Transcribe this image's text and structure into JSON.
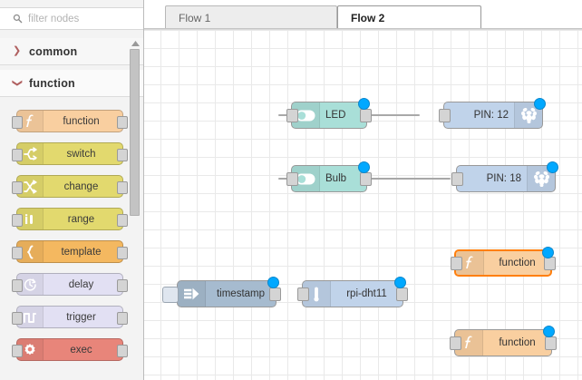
{
  "palette": {
    "search": {
      "placeholder": "filter nodes",
      "value": "",
      "icon": "search-icon"
    },
    "categories": [
      {
        "name": "common",
        "label": "common",
        "expanded": false,
        "chevron": "chevron-right-icon"
      },
      {
        "name": "function",
        "label": "function",
        "expanded": true,
        "chevron": "chevron-down-icon"
      }
    ],
    "nodes": [
      {
        "label": "function",
        "icon": "function-f-icon",
        "color": "#f9cfa0",
        "icon_bg": "#f3bd89"
      },
      {
        "label": "switch",
        "icon": "switch-icon",
        "color": "#e2d96e",
        "icon_bg": "#d6cc52"
      },
      {
        "label": "change",
        "icon": "change-icon",
        "color": "#e2d96e",
        "icon_bg": "#d6cc52"
      },
      {
        "label": "range",
        "icon": "range-icon",
        "color": "#e2d96e",
        "icon_bg": "#d6cc52"
      },
      {
        "label": "template",
        "icon": "template-brace-icon",
        "color": "#f4b860",
        "icon_bg": "#eca84a"
      },
      {
        "label": "delay",
        "icon": "clock-icon",
        "color": "#e2e0f3",
        "icon_bg": "#d5d2ec"
      },
      {
        "label": "trigger",
        "icon": "pulse-icon",
        "color": "#e2e0f3",
        "icon_bg": "#d5d2ec"
      },
      {
        "label": "exec",
        "icon": "gear-icon",
        "color": "#e8857a",
        "icon_bg": "#e06d60"
      }
    ],
    "scrollbar": {
      "name": "palette-scrollbar"
    }
  },
  "workspace": {
    "tabs": [
      {
        "label": "Flow 1",
        "active": false
      },
      {
        "label": "Flow 2",
        "active": true
      }
    ],
    "nodes": [
      {
        "id": "led",
        "label": "LED",
        "icon": "toggle-switch-icon",
        "color": "#a9dfd8",
        "selected": false,
        "has_status_dot": true,
        "ports": [
          "in",
          "out"
        ]
      },
      {
        "id": "pin12",
        "label": "PIN: 12",
        "icon": "raspberry-pi-icon",
        "color": "#c0d3ea",
        "selected": false,
        "has_status_dot": true,
        "ports": [
          "in"
        ]
      },
      {
        "id": "bulb",
        "label": "Bulb",
        "icon": "toggle-switch-icon",
        "color": "#a9dfd8",
        "selected": false,
        "has_status_dot": true,
        "ports": [
          "in",
          "out"
        ]
      },
      {
        "id": "pin18",
        "label": "PIN: 18",
        "icon": "raspberry-pi-icon",
        "color": "#c0d3ea",
        "selected": false,
        "has_status_dot": true,
        "ports": [
          "in"
        ]
      },
      {
        "id": "fn1",
        "label": "function",
        "icon": "function-f-icon",
        "color": "#f9cfa0",
        "selected": true,
        "has_status_dot": true,
        "ports": [
          "in",
          "out"
        ]
      },
      {
        "id": "timestamp",
        "label": "timestamp",
        "icon": "inject-arrow-icon",
        "color": "#a6bbcf",
        "selected": false,
        "has_status_dot": true,
        "ports": [
          "out"
        ]
      },
      {
        "id": "dht11",
        "label": "rpi-dht11",
        "icon": "sensor-icon",
        "color": "#c0d3ea",
        "selected": false,
        "has_status_dot": true,
        "ports": [
          "in",
          "out"
        ]
      },
      {
        "id": "fn2",
        "label": "function",
        "icon": "function-f-icon",
        "color": "#f9cfa0",
        "selected": false,
        "has_status_dot": true,
        "ports": [
          "in",
          "out"
        ]
      }
    ],
    "wires": [
      {
        "from": "led",
        "to": "pin12"
      },
      {
        "from": "bulb",
        "to": "pin18"
      }
    ]
  },
  "colors": {
    "accent_selection": "#ff7f0e",
    "status_dot": "#00a8ff",
    "wire": "#a8a8a8",
    "canvas_grid": "#e9e9e9",
    "palette_bg": "#f3f3f3"
  }
}
